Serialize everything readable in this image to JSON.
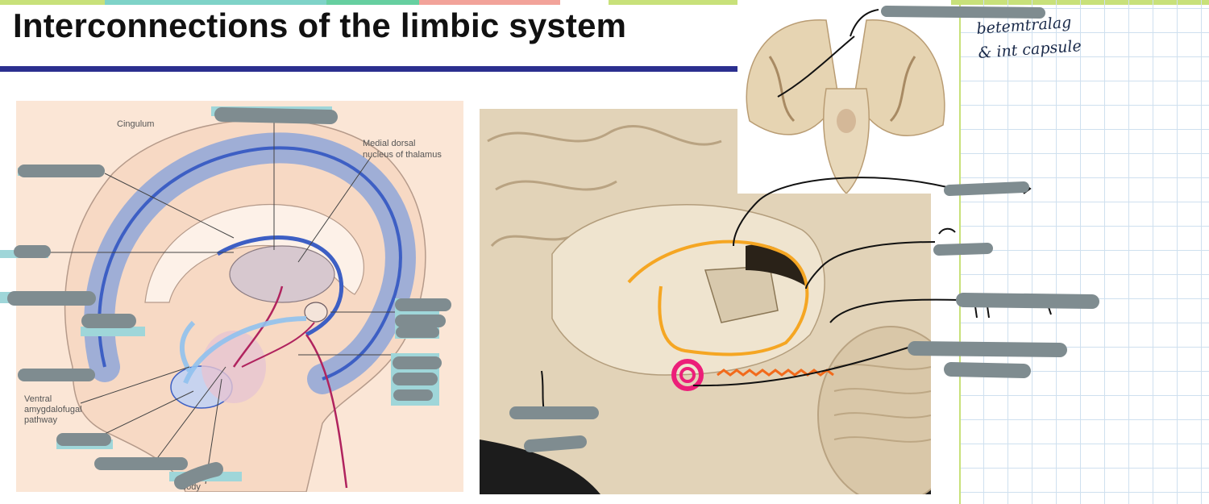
{
  "title": "Interconnections of the limbic system",
  "diagram_labels": {
    "cingulum": "Cingulum",
    "medial_dorsal": [
      "Medial dorsal",
      "nucleus of thalamus"
    ],
    "ventral_pathway": [
      "Ventral",
      "amygdalofugal",
      "pathway"
    ],
    "body": "body"
  },
  "handwritten_note": [
    "betemtralag",
    "& int capsule"
  ],
  "colors": {
    "title_rule": "#2b2f8f",
    "diagram_bg": "#fbe6d6",
    "cingulum_blue": "#8fa6d9",
    "fornix_blue": "#3d5fc4",
    "pathway_magenta": "#b0235e",
    "redaction_gray": "#7f8c90",
    "highlight_cyan": "#9fd6d9",
    "orange_outline": "#f5a623",
    "pink_circle": "#ec1e79",
    "grid_line": "#cfe0ef",
    "topbar_segments": [
      "#c8e17a",
      "#7fd3c8",
      "#66cfa0",
      "#f2a39a",
      "#ffffff",
      "#c8e17a"
    ]
  }
}
